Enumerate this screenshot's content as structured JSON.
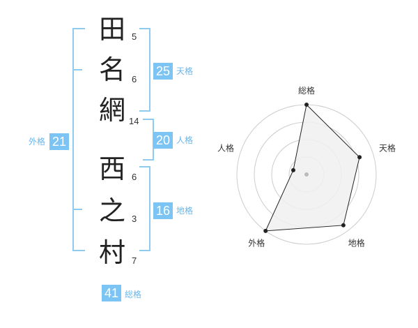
{
  "name_chars": [
    {
      "char": "田",
      "strokes": "5"
    },
    {
      "char": "名",
      "strokes": "6"
    },
    {
      "char": "網",
      "strokes": "14"
    },
    {
      "char": "西",
      "strokes": "6"
    },
    {
      "char": "之",
      "strokes": "3"
    },
    {
      "char": "村",
      "strokes": "7"
    }
  ],
  "kaku": {
    "tenkaku": {
      "value": "25",
      "label": "天格"
    },
    "jinkaku": {
      "value": "20",
      "label": "人格"
    },
    "chikaku": {
      "value": "16",
      "label": "地格"
    },
    "gaikaku": {
      "value": "21",
      "label": "外格"
    },
    "soukaku": {
      "value": "41",
      "label": "総格"
    }
  },
  "chart_data": {
    "type": "radar",
    "axes": [
      "総格",
      "天格",
      "地格",
      "外格",
      "人格"
    ],
    "values": [
      1.0,
      0.8,
      0.9,
      1.0,
      0.2
    ],
    "rings": 4,
    "range": [
      0,
      1
    ],
    "colors": {
      "fill": "#f0f0f0",
      "line": "#222222",
      "grid": "#cccccc",
      "accent": "#7cc4f3"
    }
  }
}
